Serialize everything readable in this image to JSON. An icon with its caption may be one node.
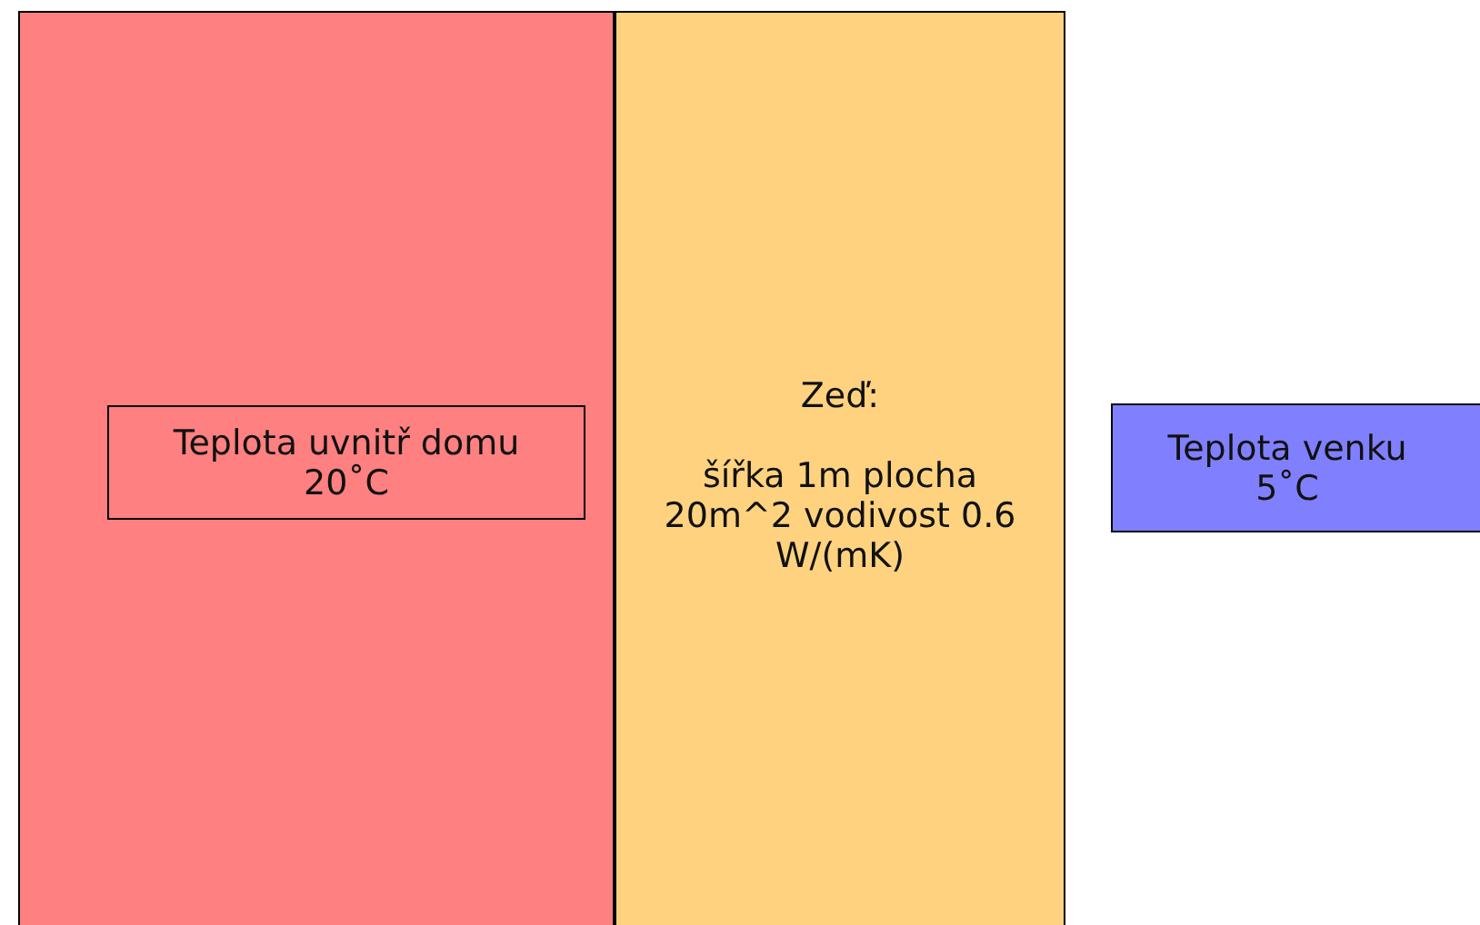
{
  "diagram": {
    "nodes": [
      {
        "text": [],
        "shape": "box"
      },
      {
        "text": [
          "Teplota uvnitř domu 20˚C"
        ],
        "in": 0
      },
      {
        "text": [
          "Zeď:",
          "šířka 1m plocha 20m^2 vodivost 0.6 W/(mK)"
        ]
      },
      {
        "text": [
          "Teplota venku 5˚C"
        ]
      }
    ]
  }
}
